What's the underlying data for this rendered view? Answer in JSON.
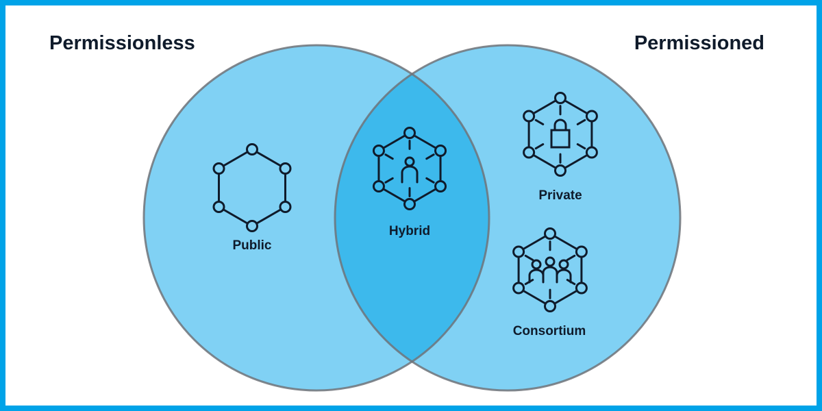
{
  "titles": {
    "left": "Permissionless",
    "right": "Permissioned"
  },
  "items": [
    {
      "label": "Public",
      "icon": "plain-hexagon-network-icon",
      "set": "left"
    },
    {
      "label": "Hybrid",
      "icon": "person-hexagon-network-icon",
      "set": "both"
    },
    {
      "label": "Private",
      "icon": "lock-hexagon-network-icon",
      "set": "right"
    },
    {
      "label": "Consortium",
      "icon": "group-hexagon-network-icon",
      "set": "right"
    }
  ],
  "colors": {
    "frame": "#00a3e8",
    "circle": "#80d1f4",
    "overlap": "#3db9ec",
    "outline": "#7b7f86",
    "ink": "#0f1b2b"
  }
}
